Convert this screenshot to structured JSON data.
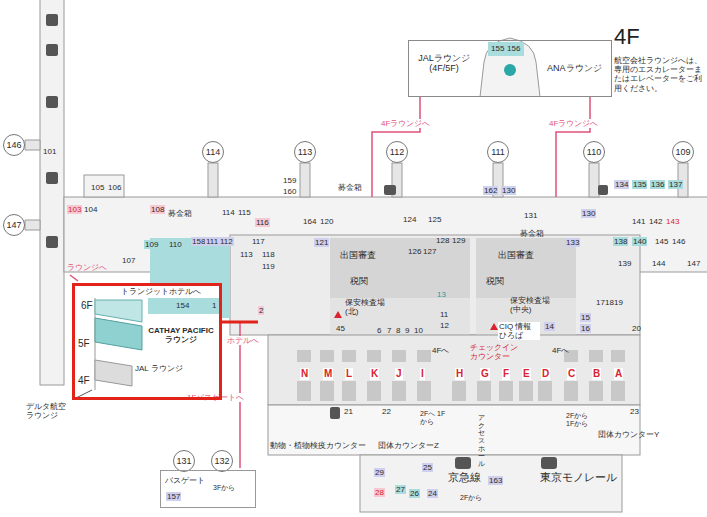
{
  "diagram": {
    "title": "4F",
    "nodes": [
      {
        "text": [
          "JALラウンジ (4F/5F)",
          "ANAラウンジ"
        ]
      },
      {
        "text": [
          "146"
        ]
      },
      {
        "text": [
          "114"
        ]
      },
      {
        "text": [
          "113"
        ]
      },
      {
        "text": [
          "112"
        ]
      },
      {
        "text": [
          "111"
        ]
      },
      {
        "text": [
          "110"
        ]
      },
      {
        "text": [
          "109"
        ]
      },
      {
        "text": [
          "147"
        ]
      },
      {
        "text": [
          "トランジットホテルへ",
          "6F",
          "CATHAY PACIFIC ラウンジ",
          "5F",
          "JAL ラウンジ",
          "4F"
        ]
      },
      {
        "text": [
          "131"
        ]
      },
      {
        "text": [
          "132"
        ]
      },
      {
        "text": [
          "バスゲート",
          "3Fから"
        ]
      }
    ],
    "labels": [
      "航空会社ラウンジへは、専用のエスカレーターまたはエレベーターをご利用ください。",
      "4Fラウンジへ",
      "4Fラウンジへ",
      "募金箱",
      "募金箱",
      "募金箱",
      "出国審査",
      "出国審査",
      "税関",
      "税関",
      "保安検査場(北)",
      "保安検査場(中央)",
      "CIQ 情報ひろば",
      "4Fへ",
      "4Fへ",
      "チェックインカウンター",
      "N",
      "M",
      "L",
      "K",
      "J",
      "I",
      "H",
      "G",
      "F",
      "E",
      "D",
      "C",
      "B",
      "A",
      "ラウンジへ",
      "ホテルへ",
      "1Fバスゲートへ",
      "デルタ航空 ラウンジ",
      "動物・植物検疫カウンター",
      "団体カウンターZ",
      "団体カウンターY",
      "2Fへ 1Fから",
      "2Fから 1Fから",
      "アクセスホール",
      "京急線",
      "東京モノレール",
      "2Fから",
      "101",
      "103",
      "104",
      "105",
      "106",
      "108",
      "107",
      "109",
      "110",
      "158",
      "111",
      "112",
      "113",
      "114",
      "115",
      "116",
      "117",
      "118",
      "119",
      "159",
      "160",
      "164",
      "120",
      "121",
      "124",
      "125",
      "126",
      "127",
      "128",
      "129",
      "162",
      "130",
      "131",
      "130",
      "133",
      "134",
      "135",
      "136",
      "137",
      "141",
      "142",
      "143",
      "138",
      "140",
      "145",
      "146",
      "139",
      "144",
      "147",
      "155",
      "156",
      "154",
      "1",
      "2",
      "45",
      "6",
      "7",
      "8",
      "9",
      "10",
      "13",
      "11",
      "12",
      "14",
      "15",
      "16",
      "17",
      "18",
      "19",
      "20",
      "21",
      "22",
      "23",
      "157",
      "163",
      "24",
      "25",
      "26",
      "27",
      "28",
      "29"
    ]
  }
}
